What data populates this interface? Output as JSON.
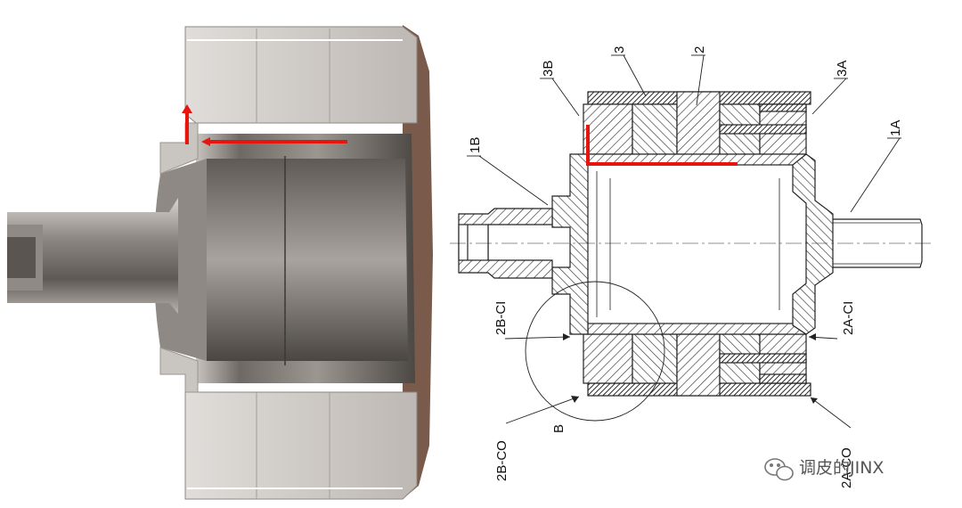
{
  "labels": {
    "l_3b": "3B",
    "l_3": "3",
    "l_2": "2",
    "l_3a": "3A",
    "l_1b": "1B",
    "l_1a": "1A",
    "l_2bci": "2B-CI",
    "l_2aci": "2A-CI",
    "l_2bco": "2B-CO",
    "l_b": "B",
    "l_2aco": "2A-CO"
  },
  "watermark": {
    "text": "调皮的JINX"
  },
  "colors": {
    "flow": "#e8150f",
    "hatch": "#333333",
    "metal": "#9a9590"
  }
}
